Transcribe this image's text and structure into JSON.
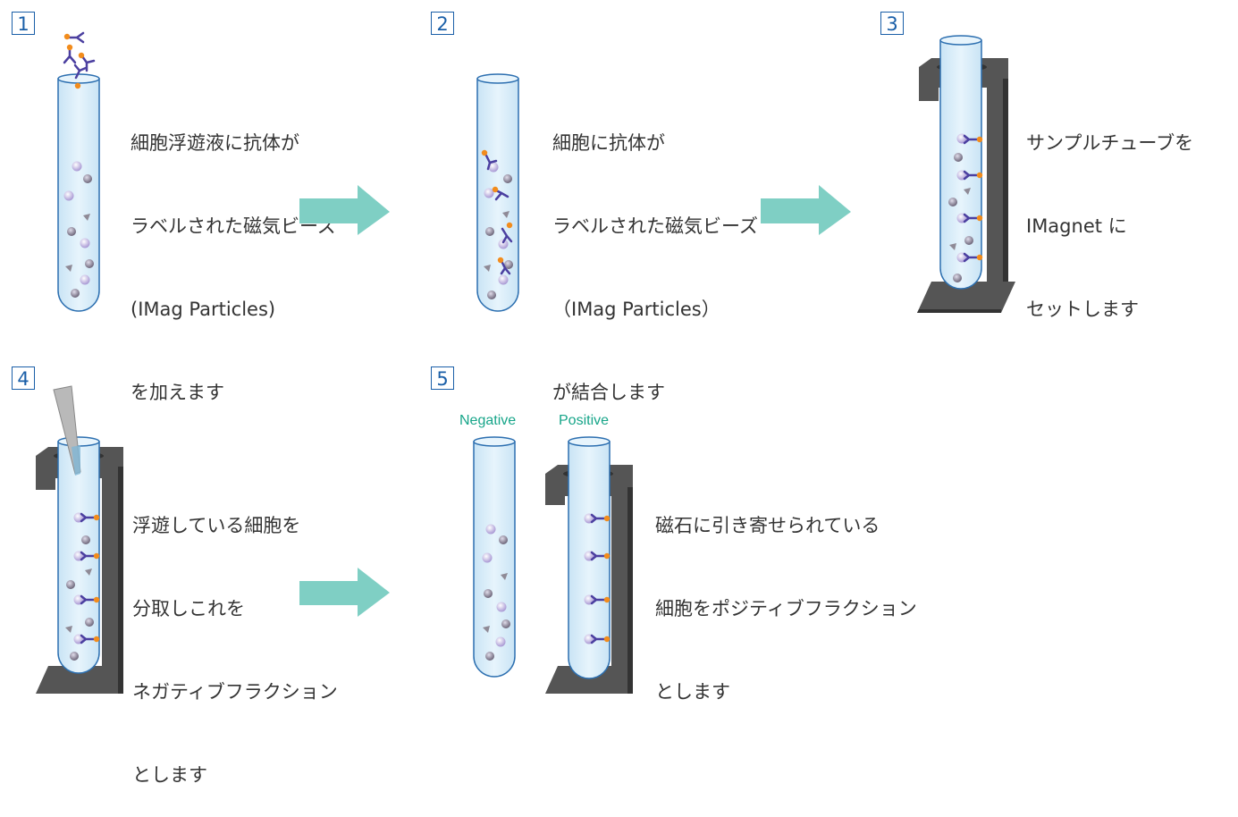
{
  "colors": {
    "step_number": "#1a5fa8",
    "arrow": "#7fcfc4",
    "tube_fill": "#d6ecf8",
    "tube_stroke": "#2c6fb0",
    "magnet": "#555555",
    "bead": "#f28c1c",
    "antibody": "#4b3fa0",
    "cell": "#b9a9dc",
    "label": "#17a589"
  },
  "steps": [
    {
      "number": "1",
      "caption": [
        "細胞浮遊液に抗体が",
        "ラベルされた磁気ビーズ",
        "(IMag Particles)",
        "を加えます"
      ]
    },
    {
      "number": "2",
      "caption": [
        "細胞に抗体が",
        "ラベルされた磁気ビーズ",
        "（IMag Particles）",
        "が結合します"
      ]
    },
    {
      "number": "3",
      "caption": [
        "サンプルチューブを",
        "IMagnet に",
        "セットします"
      ]
    },
    {
      "number": "4",
      "caption": [
        "浮遊している細胞を",
        "分取しこれを",
        "ネガティブフラクション",
        "とします"
      ]
    },
    {
      "number": "5",
      "caption": [
        "磁石に引き寄せられている",
        "細胞をポジティブフラクション",
        "とします"
      ]
    }
  ],
  "fraction_labels": {
    "negative": "Negative",
    "positive": "Positive"
  }
}
